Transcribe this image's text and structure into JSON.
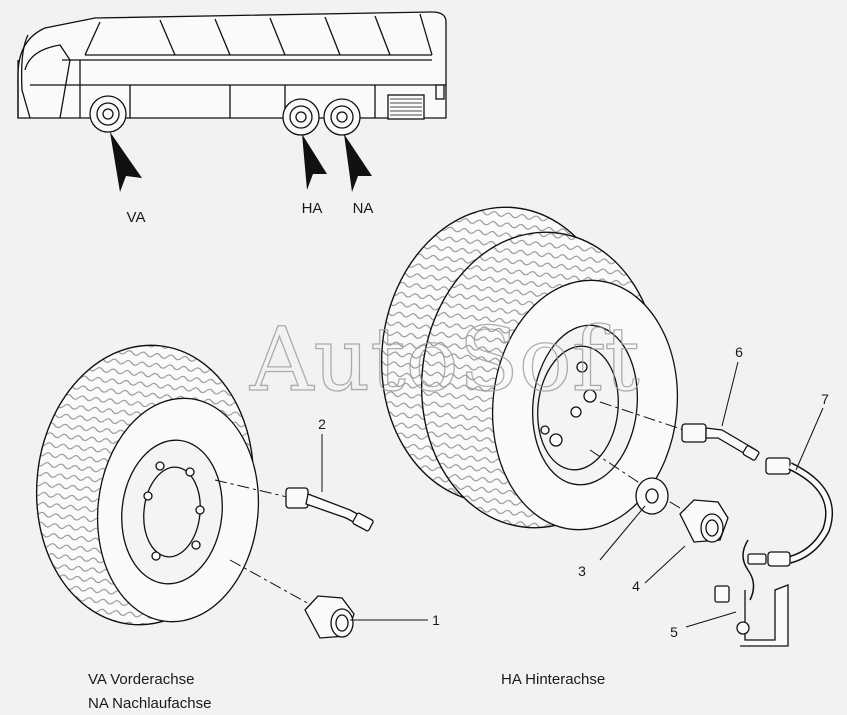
{
  "axle_labels": {
    "front": "VA",
    "rear": "HA",
    "tag": "NA"
  },
  "part_numbers": [
    "1",
    "2",
    "3",
    "4",
    "5",
    "6",
    "7"
  ],
  "legend": {
    "va": "VA Vorderachse",
    "na": "NA Nachlaufachse",
    "ha": "HA Hinterachse"
  },
  "watermark": "AutoSoft",
  "colors": {
    "background": "#f2f2f2",
    "line": "#111111"
  }
}
